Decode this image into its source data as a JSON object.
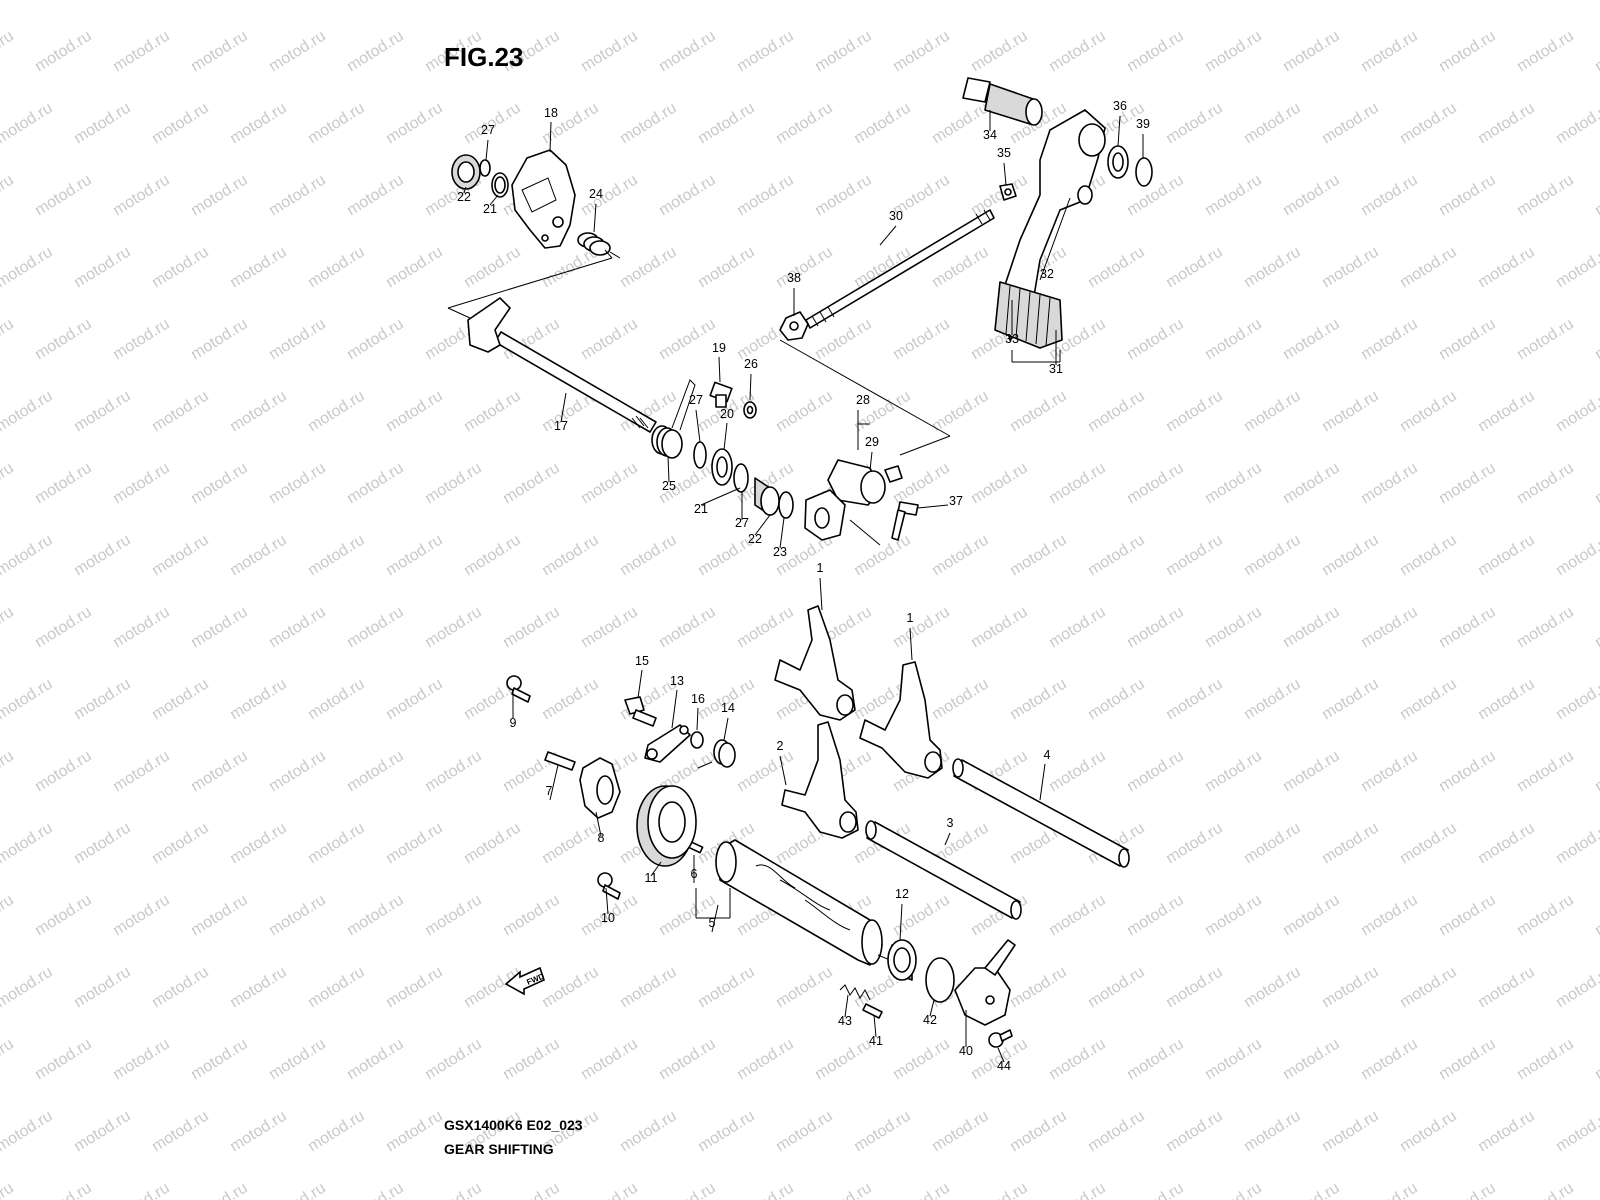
{
  "figure": {
    "title": "FIG.23",
    "code": "GSX1400K6 E02_023",
    "name": "GEAR SHIFTING"
  },
  "watermark": "motod.ru",
  "fwd_arrow": "FWD",
  "parts": [
    {
      "no": "1"
    },
    {
      "no": "1"
    },
    {
      "no": "2"
    },
    {
      "no": "3"
    },
    {
      "no": "4"
    },
    {
      "no": "5"
    },
    {
      "no": "6"
    },
    {
      "no": "7"
    },
    {
      "no": "8"
    },
    {
      "no": "9"
    },
    {
      "no": "10"
    },
    {
      "no": "11"
    },
    {
      "no": "12"
    },
    {
      "no": "13"
    },
    {
      "no": "14"
    },
    {
      "no": "15"
    },
    {
      "no": "16"
    },
    {
      "no": "17"
    },
    {
      "no": "18"
    },
    {
      "no": "19"
    },
    {
      "no": "20"
    },
    {
      "no": "21"
    },
    {
      "no": "21"
    },
    {
      "no": "22"
    },
    {
      "no": "22"
    },
    {
      "no": "23"
    },
    {
      "no": "24"
    },
    {
      "no": "25"
    },
    {
      "no": "26"
    },
    {
      "no": "27"
    },
    {
      "no": "27"
    },
    {
      "no": "27"
    },
    {
      "no": "28"
    },
    {
      "no": "29"
    },
    {
      "no": "30"
    },
    {
      "no": "31"
    },
    {
      "no": "32"
    },
    {
      "no": "33"
    },
    {
      "no": "34"
    },
    {
      "no": "35"
    },
    {
      "no": "36"
    },
    {
      "no": "37"
    },
    {
      "no": "38"
    },
    {
      "no": "39"
    },
    {
      "no": "40"
    },
    {
      "no": "41"
    },
    {
      "no": "42"
    },
    {
      "no": "43"
    },
    {
      "no": "44"
    }
  ]
}
